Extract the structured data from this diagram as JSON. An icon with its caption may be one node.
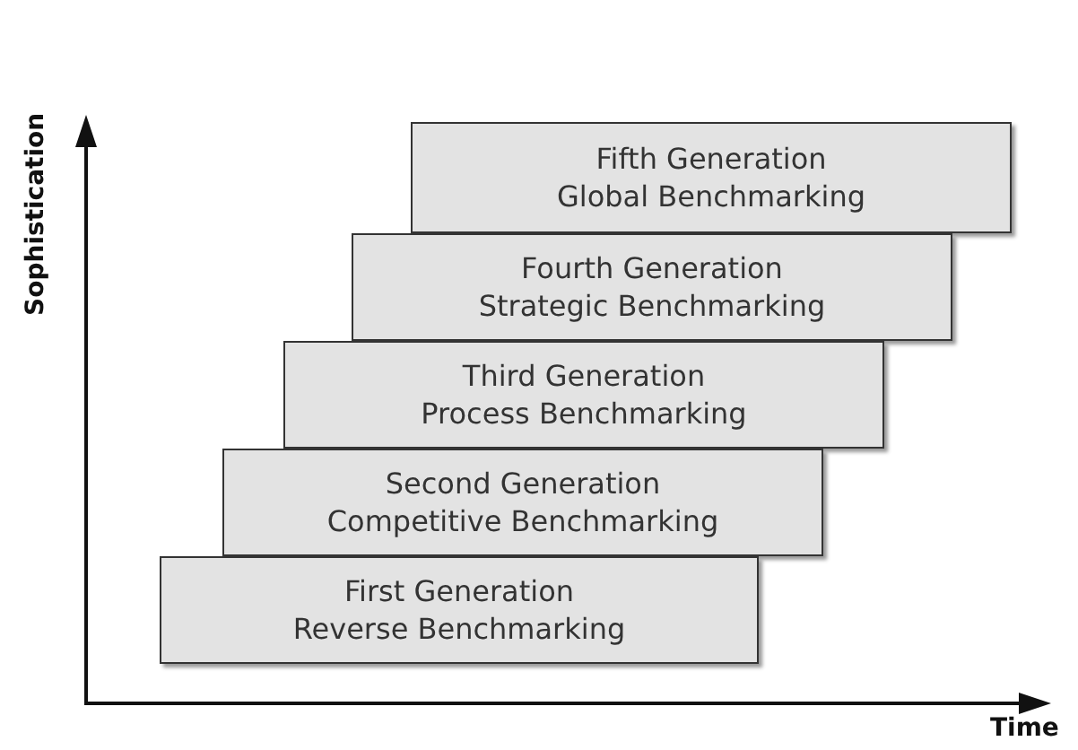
{
  "diagram": {
    "nodes": [
      {
        "text": [
          "Fifth Generation",
          "Global Benchmarking"
        ]
      },
      {
        "text": [
          "Fourth Generation",
          "Strategic Benchmarking"
        ]
      },
      {
        "text": [
          "Third Generation",
          "Process Benchmarking"
        ]
      },
      {
        "text": [
          "Second Generation",
          "Competitive Benchmarking"
        ]
      },
      {
        "text": [
          "First Generation",
          "Reverse Benchmarking"
        ]
      }
    ],
    "labels": [
      "Sophistication",
      "Time"
    ]
  }
}
